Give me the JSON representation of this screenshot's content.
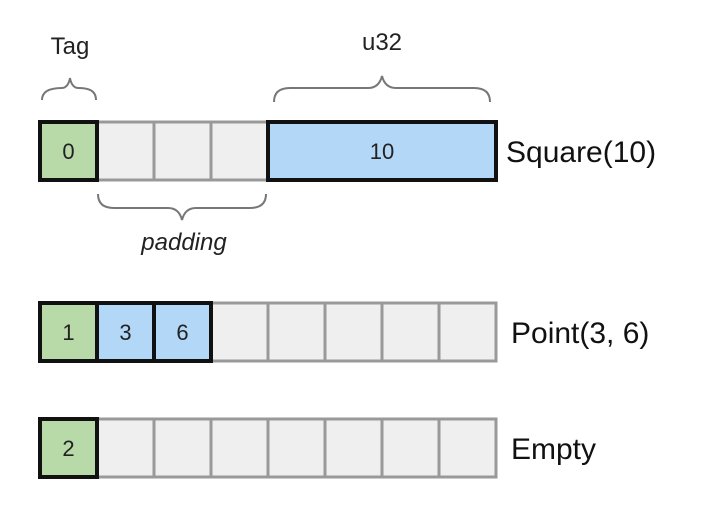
{
  "colors": {
    "tag": "#b8d9a8",
    "value": "#b3d7f7",
    "padding": "#efefef",
    "strong_border": "#111111",
    "light_border": "#999999",
    "brace": "#777777"
  },
  "annotations": {
    "tag": "Tag",
    "u32": "u32",
    "padding": "padding"
  },
  "rows": [
    {
      "label": "Square(10)",
      "cells": [
        {
          "kind": "tag",
          "text": "0",
          "span": 1
        },
        {
          "kind": "padding",
          "text": "",
          "span": 1
        },
        {
          "kind": "padding",
          "text": "",
          "span": 1
        },
        {
          "kind": "padding",
          "text": "",
          "span": 1
        },
        {
          "kind": "value",
          "text": "10",
          "span": 4
        }
      ]
    },
    {
      "label": "Point(3, 6)",
      "cells": [
        {
          "kind": "tag",
          "text": "1",
          "span": 1
        },
        {
          "kind": "value",
          "text": "3",
          "span": 1
        },
        {
          "kind": "value",
          "text": "6",
          "span": 1
        },
        {
          "kind": "padding",
          "text": "",
          "span": 1
        },
        {
          "kind": "padding",
          "text": "",
          "span": 1
        },
        {
          "kind": "padding",
          "text": "",
          "span": 1
        },
        {
          "kind": "padding",
          "text": "",
          "span": 1
        },
        {
          "kind": "padding",
          "text": "",
          "span": 1
        }
      ]
    },
    {
      "label": "Empty",
      "cells": [
        {
          "kind": "tag",
          "text": "2",
          "span": 1
        },
        {
          "kind": "padding",
          "text": "",
          "span": 1
        },
        {
          "kind": "padding",
          "text": "",
          "span": 1
        },
        {
          "kind": "padding",
          "text": "",
          "span": 1
        },
        {
          "kind": "padding",
          "text": "",
          "span": 1
        },
        {
          "kind": "padding",
          "text": "",
          "span": 1
        },
        {
          "kind": "padding",
          "text": "",
          "span": 1
        },
        {
          "kind": "padding",
          "text": "",
          "span": 1
        }
      ]
    }
  ]
}
